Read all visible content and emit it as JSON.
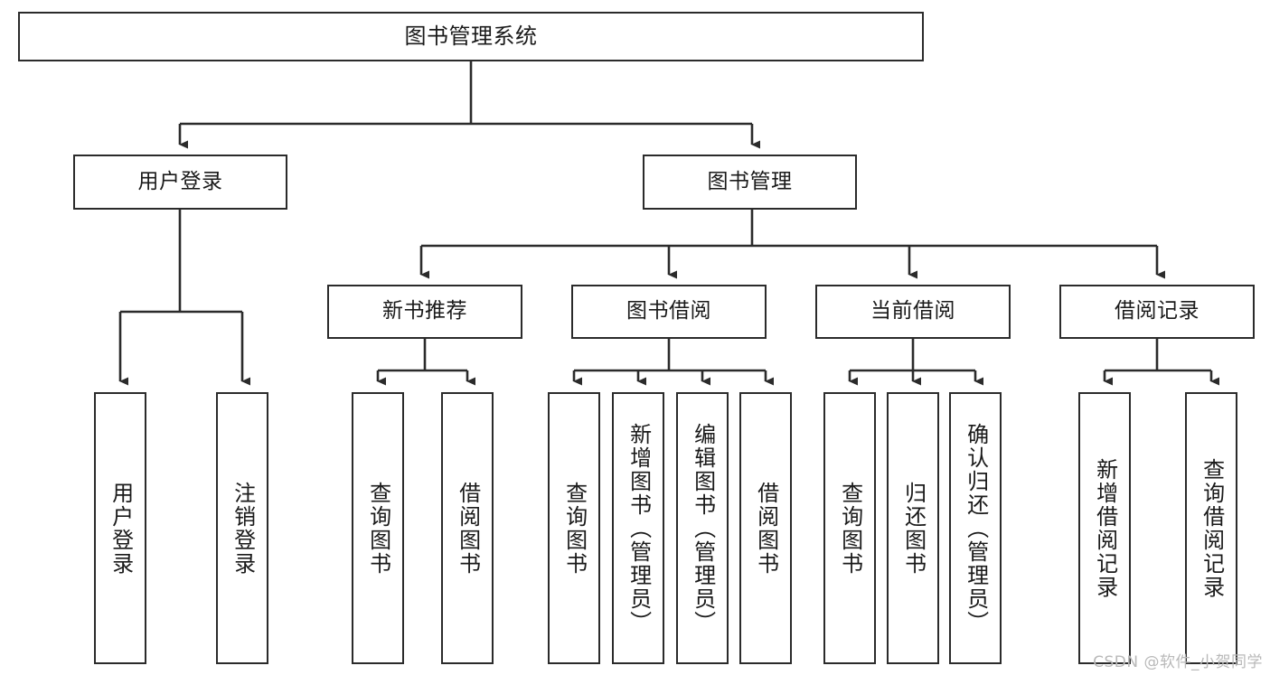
{
  "diagram": {
    "title": "图书管理系统",
    "type": "tree-hierarchy-chart",
    "orientation": "top-down",
    "colors": {
      "box_border": "#2b2b2b",
      "box_fill": "#ffffff",
      "connector": "#2b2b2b",
      "text": "#1a1a1a",
      "watermark": "#b9b9b9"
    },
    "levels": {
      "root": {
        "label": "图书管理系统"
      },
      "level2": [
        {
          "key": "user-login",
          "label": "用户登录"
        },
        {
          "key": "book-management",
          "label": "图书管理"
        }
      ],
      "level3": [
        {
          "key": "new-book-recommend",
          "label": "新书推荐"
        },
        {
          "key": "book-borrow",
          "label": "图书借阅"
        },
        {
          "key": "current-borrow",
          "label": "当前借阅"
        },
        {
          "key": "borrow-record",
          "label": "借阅记录"
        }
      ],
      "leaves": {
        "user-login": [
          {
            "key": "user-login-action",
            "label": "用户登录"
          },
          {
            "key": "logout-action",
            "label": "注销登录"
          }
        ],
        "new-book-recommend": [
          {
            "key": "query-book-1",
            "label": "查询图书"
          },
          {
            "key": "borrow-book-1",
            "label": "借阅图书"
          }
        ],
        "book-borrow": [
          {
            "key": "query-book-2",
            "label": "查询图书"
          },
          {
            "key": "add-book",
            "label": "新增图书（管理员）"
          },
          {
            "key": "edit-book",
            "label": "编辑图书（管理员）"
          },
          {
            "key": "borrow-book-2",
            "label": "借阅图书"
          }
        ],
        "current-borrow": [
          {
            "key": "query-book-3",
            "label": "查询图书"
          },
          {
            "key": "return-book",
            "label": "归还图书"
          },
          {
            "key": "confirm-return",
            "label": "确认归还（管理员）"
          }
        ],
        "borrow-record": [
          {
            "key": "add-borrow-record",
            "label": "新增借阅记录"
          },
          {
            "key": "query-borrow-record",
            "label": "查询借阅记录"
          }
        ]
      }
    }
  },
  "watermark": {
    "text": "CSDN @软件_小贺同学"
  }
}
